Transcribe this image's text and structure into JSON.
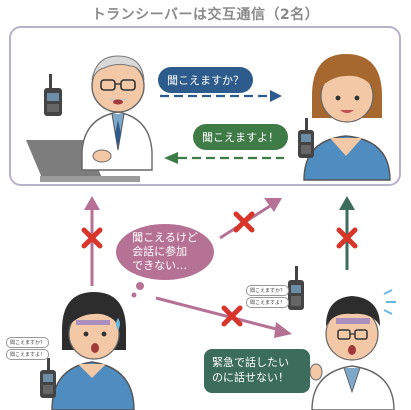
{
  "title": "トランシーバーは交互通信（2名）",
  "bubbles": {
    "question": "聞こえますか？",
    "answer": "聞こえますよ！",
    "center_lines": [
      "聞こえるけど",
      "会話に参加",
      "できない…"
    ],
    "emergency_lines": [
      "緊急で話したい",
      "のに話せない！"
    ]
  },
  "mini_bubbles": {
    "left_1": "聞こえますか？",
    "left_2": "聞こえますよ！",
    "right_1": "聞こえますか？",
    "right_2": "聞こえますよ！"
  },
  "colors": {
    "blue_arrow": "#2d5b8c",
    "green_arrow": "#3f7b46",
    "pink_arrow": "#b67295",
    "cross": "#d9362b",
    "panel_border": "#b9b0cb"
  }
}
